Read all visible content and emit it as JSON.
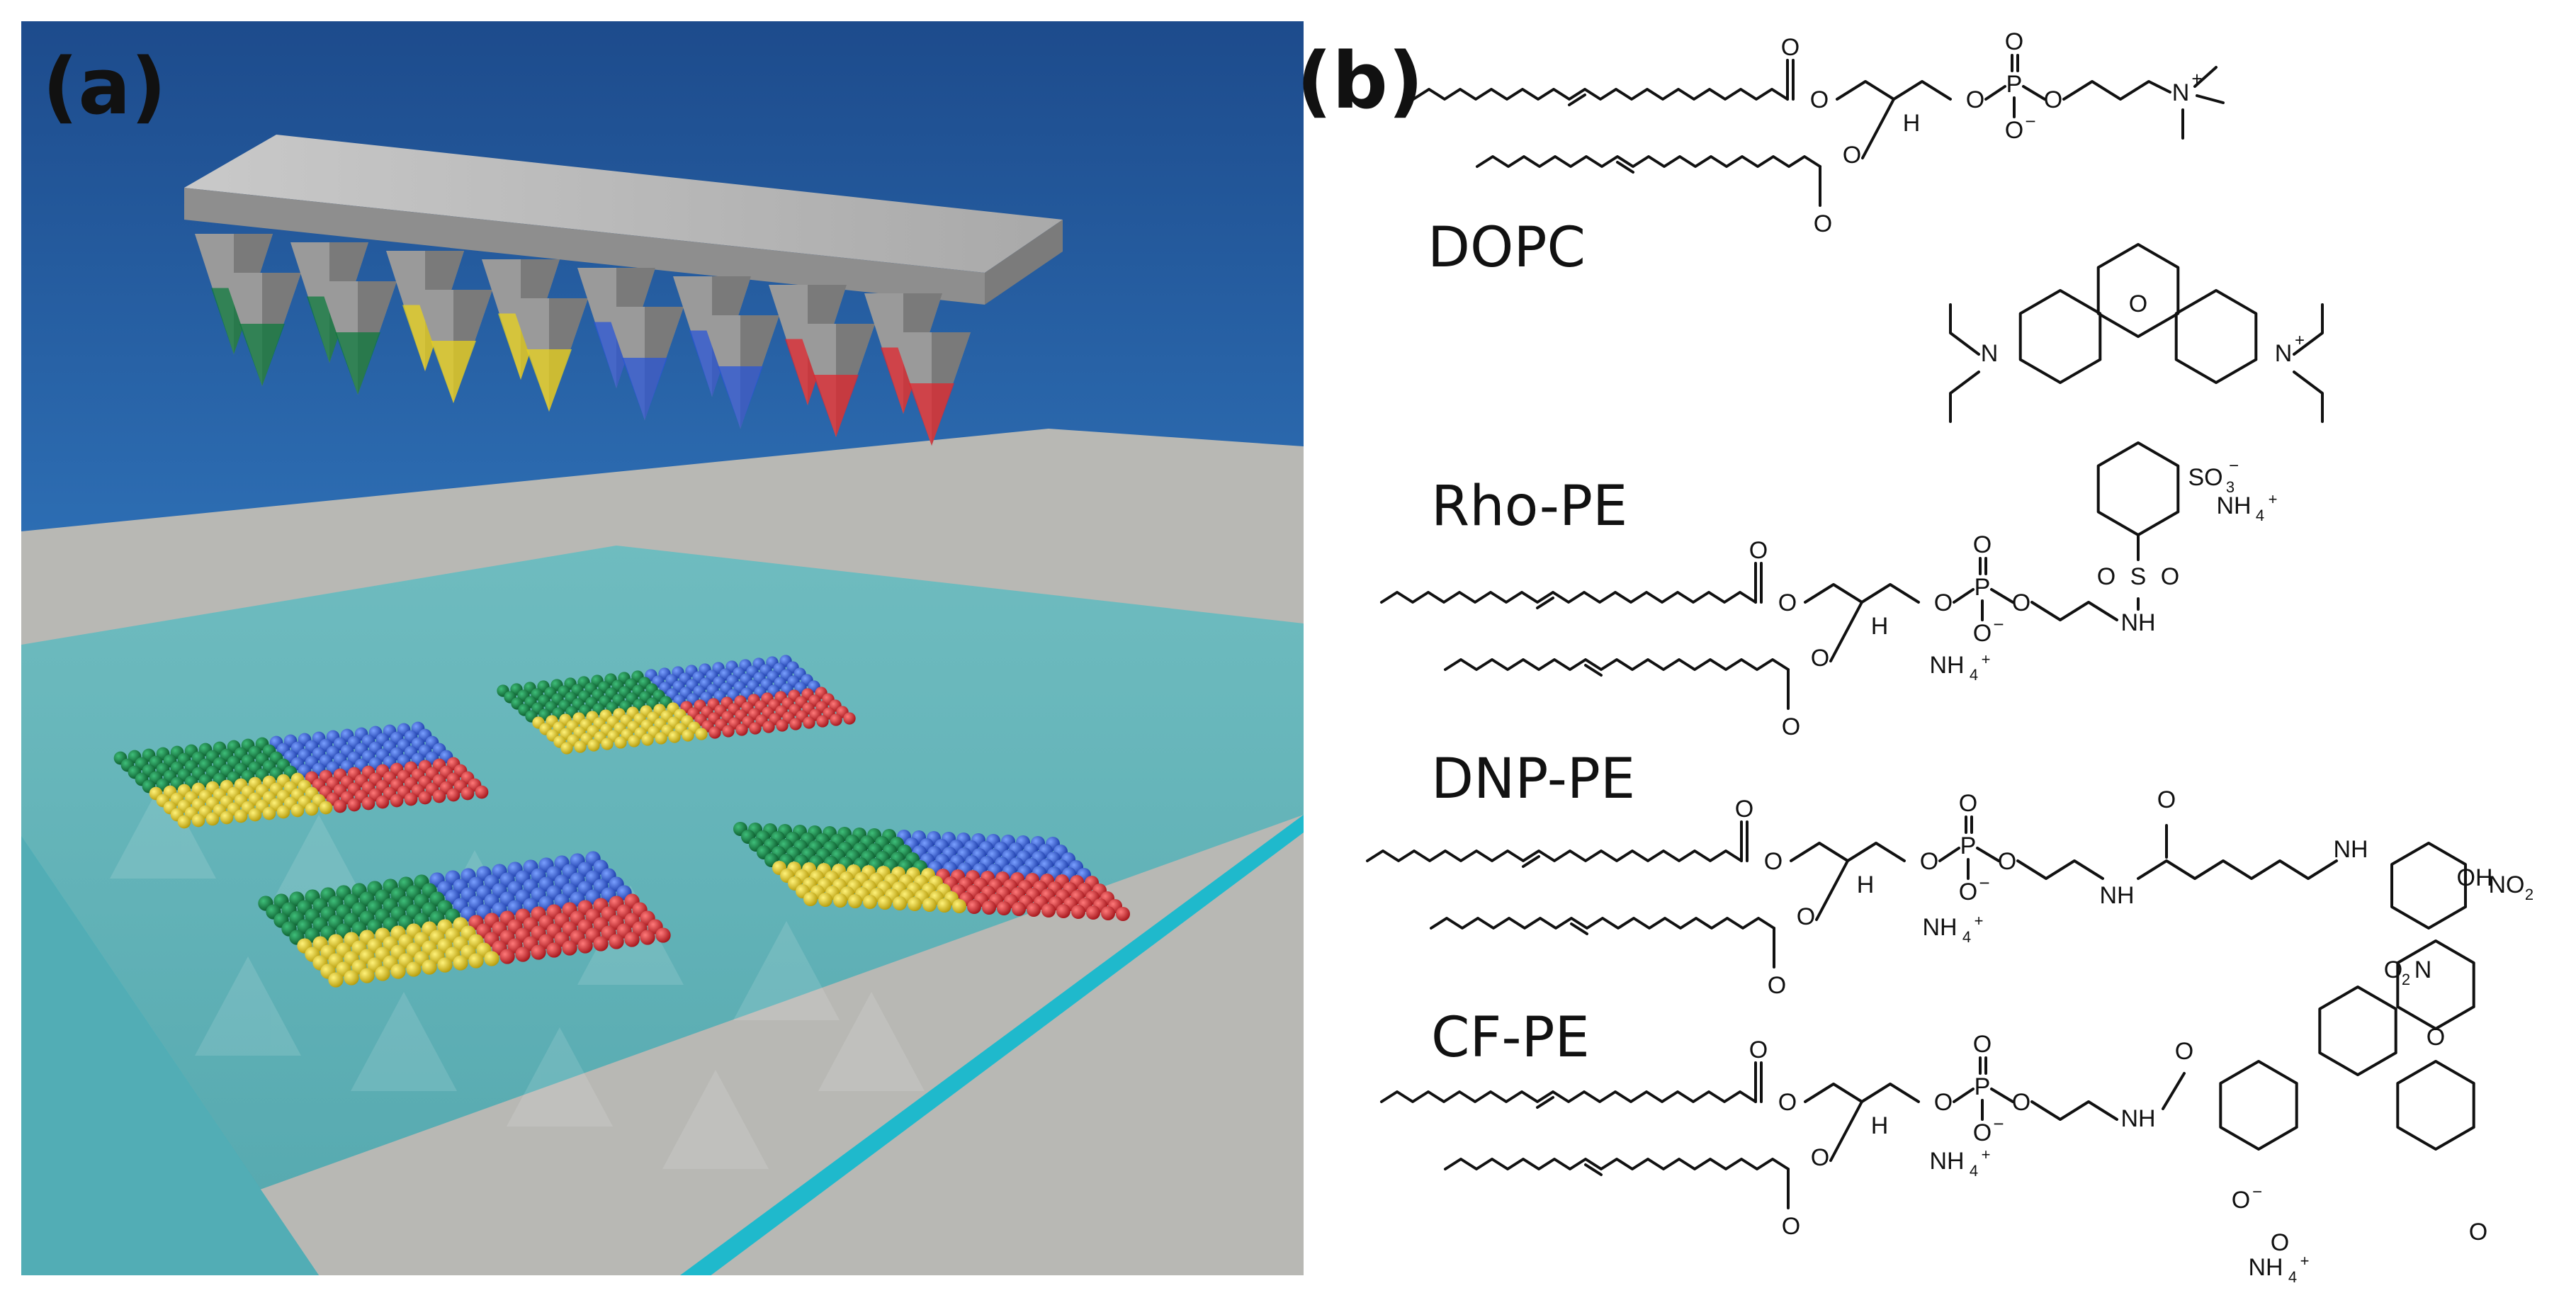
{
  "panel_a": {
    "label": "(a)",
    "colors": {
      "sky_top": "#1e4d8f",
      "sky_bottom": "#2f6fb5",
      "floor": "#b8b8b4",
      "substrate": "#5fb3b8",
      "substrate_edge": "#19b7cc",
      "green": "#0f7a3e",
      "blue": "#2a55d6",
      "red": "#e0262e",
      "yellow": "#e8d21c",
      "pen_gray": "#9a9a9a"
    },
    "quadrant_order": [
      "green",
      "blue",
      "yellow",
      "red"
    ]
  },
  "panel_b": {
    "label": "(b)",
    "molecules": [
      {
        "name": "DOPC"
      },
      {
        "name": "Rho-PE"
      },
      {
        "name": "DNP-PE"
      },
      {
        "name": "CF-PE"
      }
    ],
    "atoms": {
      "O": "O",
      "P": "P",
      "N": "N",
      "H": "H",
      "NH": "NH",
      "Nplus": "N",
      "plus": "+",
      "minus": "−",
      "SO3": "SO",
      "sub3": "3",
      "NH4": "NH",
      "sub4": "4",
      "NO2": "NO",
      "O2N": "O",
      "sub2": "2",
      "S": "S",
      "OH": "OH"
    }
  }
}
